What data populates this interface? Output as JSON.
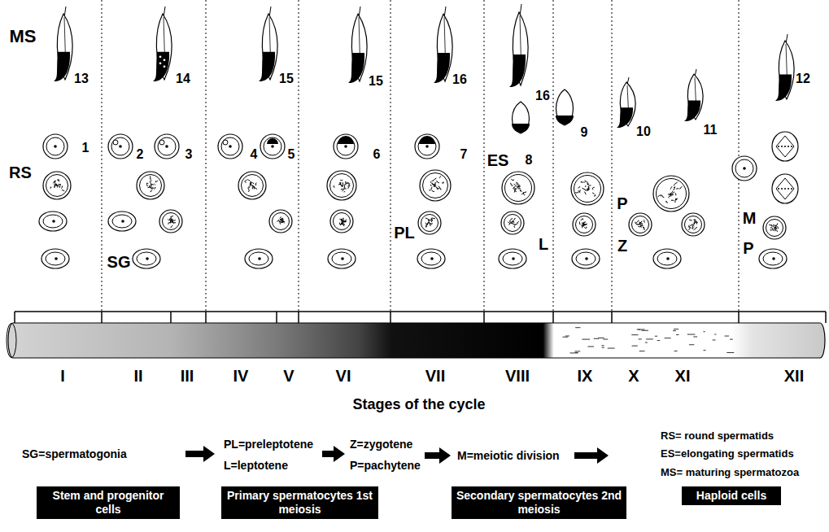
{
  "diagram": {
    "nodes": [
      {
        "text": [
          "Stem and progenitor cells"
        ]
      },
      {
        "text": [
          "Primary spermatocytes 1st meiosis"
        ]
      },
      {
        "text": [
          "Secondary spermatocytes 2nd meiosis"
        ]
      },
      {
        "text": [
          "Haploid cells"
        ]
      }
    ],
    "labels": [
      "MS",
      "13",
      "14",
      "15",
      "15",
      "16",
      "16",
      "RS",
      "1",
      "2",
      "3",
      "4",
      "5",
      "6",
      "7",
      "ES",
      "8",
      "9",
      "10",
      "11",
      "12",
      "P",
      "M",
      "SG",
      "PL",
      "L",
      "Z",
      "P",
      "I",
      "II",
      "III",
      "IV",
      "V",
      "VI",
      "VII",
      "VIII",
      "IX",
      "X",
      "XI",
      "XII",
      "Stages of the cycle",
      "SG=spermatogonia",
      "PL=preleptotene",
      "L=leptotene",
      "Z=zygotene",
      "P=pachytene",
      "M=meiotic division",
      "RS= round spermatids",
      "ES=elongating spermatids",
      "MS= maturing spermatozoa"
    ]
  }
}
